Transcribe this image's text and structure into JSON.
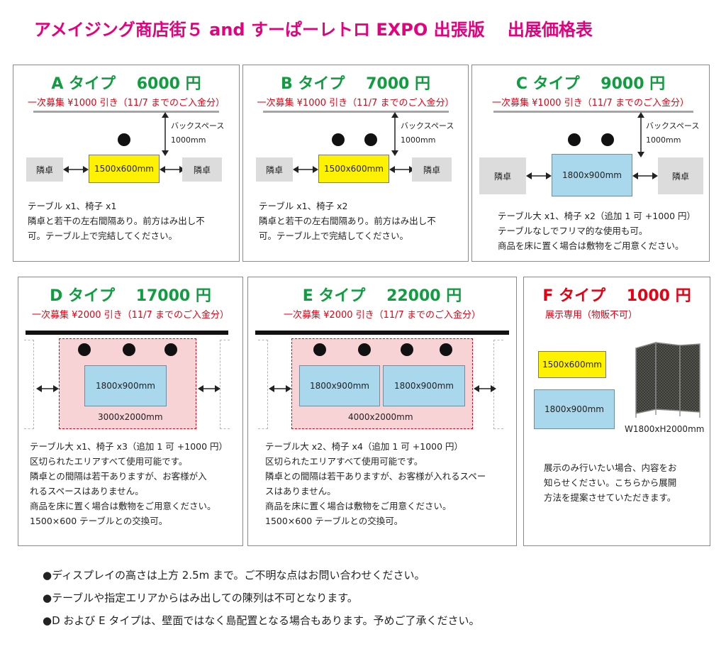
{
  "title": "アメイジング商店街５ and すーぱーレトロ EXPO 出張版　 出展価格表",
  "labels": {
    "neighbor": "隣卓",
    "back_space": "バックスペース",
    "back_space_size": "1000mm",
    "table_small": "1500x600mm",
    "table_large": "1800x900mm",
    "zone_d": "3000x2000mm",
    "zone_e": "4000x2000mm",
    "partition": "W1800xH2000mm"
  },
  "cards": {
    "a": {
      "header": "A タイプ　 6000 円",
      "discount": "一次募集 ¥1000 引き（11/7 までのご入金分）",
      "desc": [
        "テーブル x1、椅子 x1",
        "隣卓と若干の左右間隔あり。前方はみ出し不",
        "可。テーブル上で完結してください。"
      ]
    },
    "b": {
      "header": "B タイプ　 7000 円",
      "discount": "一次募集 ¥1000 引き（11/7 までのご入金分）",
      "desc": [
        "テーブル x1、椅子 x2",
        "隣卓と若干の左右間隔あり。前方はみ出し不",
        "可。テーブル上で完結してください。"
      ]
    },
    "c": {
      "header": "C タイプ　 9000 円",
      "discount": "一次募集 ¥1000 引き（11/7 までのご入金分）",
      "desc": [
        "テーブル大 x1、椅子 x2（追加 1 可 +1000 円）",
        "テーブルなしでフリマ的な使用も可。",
        "商品を床に置く場合は敷物をご用意ください。"
      ]
    },
    "d": {
      "header": "D タイプ　 17000 円",
      "discount": "一次募集 ¥2000 引き（11/7 までのご入金分）",
      "desc": [
        "テーブル大 x1、椅子 x3（追加 1 可 +1000 円）",
        "区切られたエリアすべて使用可能です。",
        "隣卓との間隔は若干ありますが、お客様が入",
        "れるスペースはありません。",
        "商品を床に置く場合は敷物をご用意ください。",
        "1500×600 テーブルとの交換可。"
      ]
    },
    "e": {
      "header": "E タイプ　 22000 円",
      "discount": "一次募集 ¥2000 引き（11/7 までのご入金分）",
      "desc": [
        "テーブル大 x2、椅子 x4（追加 1 可 +1000 円）",
        "区切られたエリアすべて使用可能です。",
        "隣卓との間隔は若干ありますが、お客様が入れるスペー",
        "スはありません。",
        "商品を床に置く場合は敷物をご用意ください。",
        "1500×600 テーブルとの交換可。"
      ]
    },
    "f": {
      "header": "F タイプ　 1000 円",
      "discount": "展示専用（物販不可）",
      "desc": [
        "展示のみ行いたい場合、内容をお",
        "知らせください。こちらから展開",
        "方法を提案させていただきます。"
      ]
    }
  },
  "notes": [
    "●ディスプレイの高さは上方 2.5m まで。ご不明な点はお問い合わせください。",
    "●テーブルや指定エリアからはみ出しての陳列は不可となります。",
    "●D および E タイプは、壁面ではなく島配置となる場合もあります。予めご了承ください。"
  ],
  "colors": {
    "title": "#e4007f",
    "header_green": "#0f9d3f",
    "header_red": "#e60012",
    "table_yellow": "#fff200",
    "table_blue": "#a9d8ec",
    "zone_pink": "#f8d3d6"
  }
}
